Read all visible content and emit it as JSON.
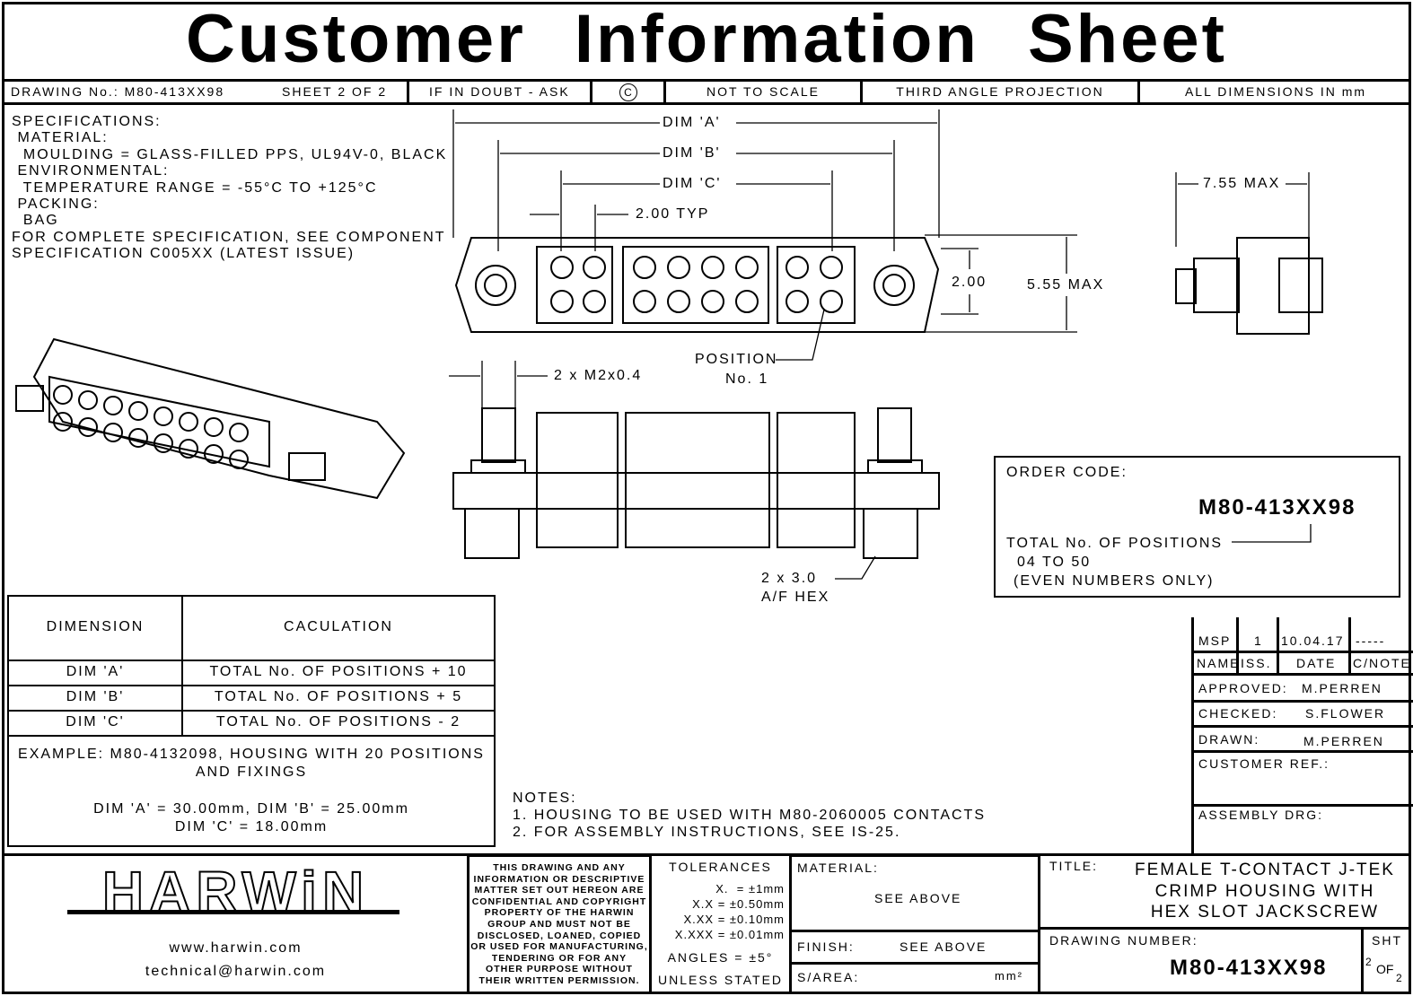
{
  "title": "Customer Information Sheet",
  "header": {
    "drawing_no": "DRAWING No.: M80-413XX98",
    "sheet": "SHEET 2 OF 2",
    "doubt": "IF IN DOUBT - ASK",
    "copyright": "C",
    "scale": "NOT TO SCALE",
    "projection": "THIRD ANGLE PROJECTION",
    "units": "ALL DIMENSIONS IN mm"
  },
  "specifications": [
    "SPECIFICATIONS:",
    " MATERIAL:",
    "  MOULDING = GLASS-FILLED PPS, UL94V-0, BLACK",
    " ENVIRONMENTAL:",
    "  TEMPERATURE RANGE = -55°C TO +125°C",
    " PACKING:",
    "  BAG",
    "FOR COMPLETE SPECIFICATION, SEE COMPONENT",
    "SPECIFICATION C005XX (LATEST ISSUE)"
  ],
  "dims": {
    "a": "DIM 'A'",
    "b": "DIM 'B'",
    "c": "DIM 'C'",
    "pitch": "2.00 TYP",
    "width": "7.55 MAX",
    "row": "2.00",
    "height": "5.55 MAX",
    "screw": "2 x M2x0.4",
    "position": "POSITION",
    "position_no": "No. 1",
    "hex": "2 x 3.0",
    "hex2": "A/F HEX"
  },
  "order": {
    "label": "ORDER CODE:",
    "code": "M80-413XX98",
    "positions": "TOTAL No. OF POSITIONS",
    "range": "04 TO 50",
    "note": "(EVEN NUMBERS ONLY)"
  },
  "dim_table": {
    "headers": [
      "DIMENSION",
      "CACULATION"
    ],
    "rows": [
      [
        "DIM 'A'",
        "TOTAL No. OF POSITIONS + 10"
      ],
      [
        "DIM 'B'",
        "TOTAL No. OF POSITIONS + 5"
      ],
      [
        "DIM 'C'",
        "TOTAL No. OF POSITIONS - 2"
      ]
    ],
    "example": [
      "EXAMPLE: M80-4132098, HOUSING WITH 20 POSITIONS",
      "AND FIXINGS",
      "",
      "DIM 'A' = 30.00mm, DIM 'B' = 25.00mm",
      "DIM 'C' = 18.00mm"
    ]
  },
  "notes": [
    "NOTES:",
    "1. HOUSING TO BE USED WITH M80-2060005 CONTACTS",
    "2. FOR ASSEMBLY INSTRUCTIONS, SEE IS-25."
  ],
  "revision": {
    "name": "MSP",
    "iss": "1",
    "date": "10.04.17",
    "cnote": "-----",
    "h_name": "NAME",
    "h_iss": "ISS.",
    "h_date": "DATE",
    "h_cnote": "C/NOTE",
    "approved_l": "APPROVED:",
    "approved": "M.PERREN",
    "checked_l": "CHECKED:",
    "checked": "S.FLOWER",
    "drawn_l": "DRAWN:",
    "drawn": "M.PERREN",
    "customer_ref": "CUSTOMER REF.:",
    "assembly": "ASSEMBLY DRG:"
  },
  "footer": {
    "logo": "HARWiN",
    "web": "www.harwin.com",
    "email": "technical@harwin.com",
    "disclaimer": "THIS DRAWING AND ANY\nINFORMATION OR DESCRIPTIVE\nMATTER SET OUT HEREON ARE\nCONFIDENTIAL AND COPYRIGHT\nPROPERTY OF THE HARWIN\nGROUP AND MUST NOT BE\nDISCLOSED, LOANED, COPIED\nOR USED FOR MANUFACTURING,\nTENDERING OR FOR ANY\nOTHER PURPOSE WITHOUT\nTHEIR WRITTEN PERMISSION.",
    "tolerances": "TOLERANCES",
    "tol_lines": "X.  = ±1mm\nX.X = ±0.50mm\nX.XX = ±0.10mm\nX.XXX = ±0.01mm",
    "angles": "ANGLES = ±5°",
    "unless": "UNLESS STATED",
    "material_l": "MATERIAL:",
    "material": "SEE ABOVE",
    "finish_l": "FINISH:",
    "finish": "SEE ABOVE",
    "sarea_l": "S/AREA:",
    "sarea_unit": "mm²",
    "title_l": "TITLE:",
    "title": "FEMALE T-CONTACT J-TEK\nCRIMP HOUSING WITH\nHEX SLOT JACKSCREW",
    "dn_l": "DRAWING NUMBER:",
    "dn": "M80-413XX98",
    "sht_l": "SHT",
    "sht": "2",
    "of": "OF",
    "sht_total": "2"
  }
}
